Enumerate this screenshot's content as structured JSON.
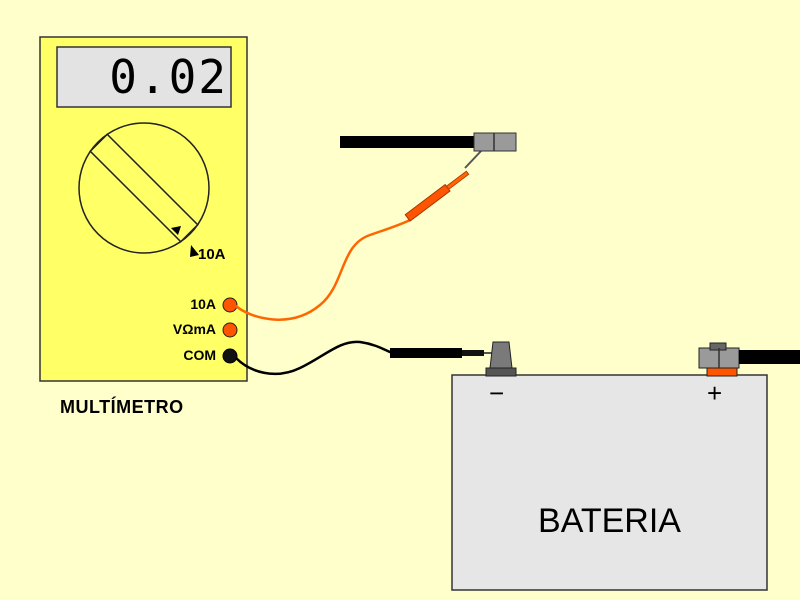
{
  "multimeter": {
    "reading": "0.02",
    "dial_label": "10A",
    "ports": {
      "amps_10": "10A",
      "v_ohm_ma": "VΩmA",
      "com": "COM"
    },
    "label": "MULTÍMETRO",
    "colors": {
      "body": "#ffff66",
      "display": "#e3e3e3",
      "port_red": "#ff5500",
      "port_black": "#000000"
    }
  },
  "battery": {
    "label": "BATERIA",
    "negative_symbol": "−",
    "positive_symbol": "+",
    "colors": {
      "case": "#e6e6e6",
      "terminal": "#808080"
    }
  },
  "wires": {
    "red_lead": "#ff6600",
    "black_lead": "#000000",
    "cable": "#000000"
  },
  "icons": [
    "dial-pointer-icon",
    "probe-tip-icon",
    "clamp-icon"
  ]
}
